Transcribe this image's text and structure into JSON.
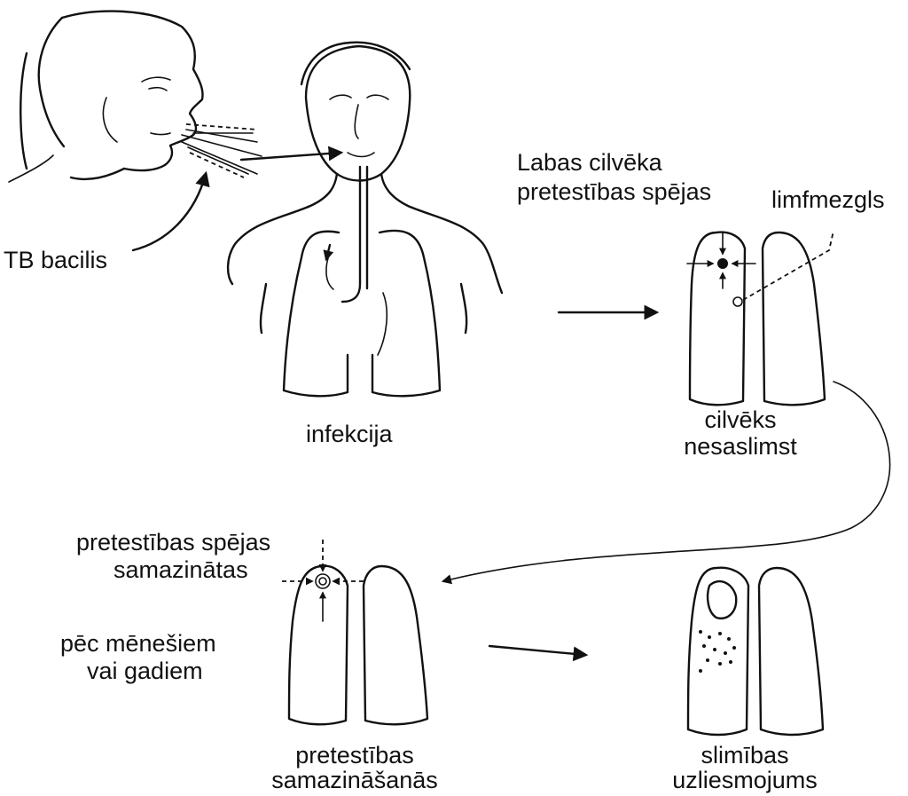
{
  "labels": {
    "tb_bacilis": "TB bacilis",
    "infekcija": "infekcija",
    "labas_line1": "Labas cilvēka",
    "labas_line2": "pretestības spējas",
    "limfmezgls": "limfmezgls",
    "nesaslimst_line1": "cilvēks",
    "nesaslimst_line2": "nesaslimst",
    "samazinatas_line1": "pretestības spējas",
    "samazinatas_line2": "samazinātas",
    "pec_line1": "pēc mēnešiem",
    "pec_line2": "vai gadiem",
    "samazinasanas_line1": "pretestības",
    "samazinasanas_line2": "samazināšanās",
    "uzliesmojums_line1": "slimības",
    "uzliesmojums_line2": "uzliesmojums"
  },
  "colors": {
    "ink": "#111111",
    "background": "#ffffff"
  }
}
